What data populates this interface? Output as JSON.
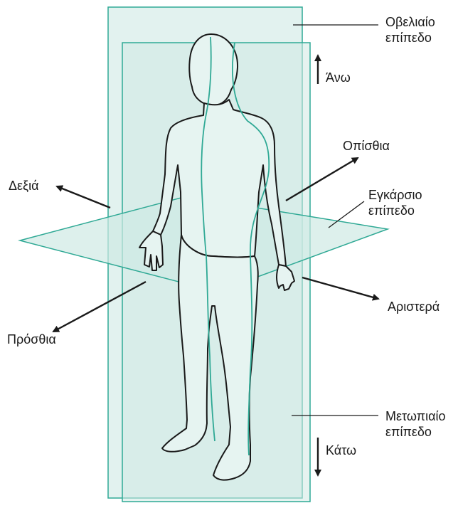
{
  "labels": {
    "sagittal_plane": [
      "Οβελιαίο",
      "επίπεδο"
    ],
    "transverse_plane": [
      "Εγκάρσιο",
      "επίπεδο"
    ],
    "frontal_plane": [
      "Μετωπιαίο",
      "επίπεδο"
    ],
    "superior": "Άνω",
    "inferior": "Κάτω",
    "posterior": "Οπίσθια",
    "anterior": "Πρόσθια",
    "right": "Δεξιά",
    "left": "Αριστερά"
  },
  "colors": {
    "plane_fill": "#cfe9e4",
    "plane_stroke": "#2fa995",
    "figure_stroke": "#1a1a1a",
    "midline": "#2fa995",
    "arrow": "#1a1a1a"
  }
}
